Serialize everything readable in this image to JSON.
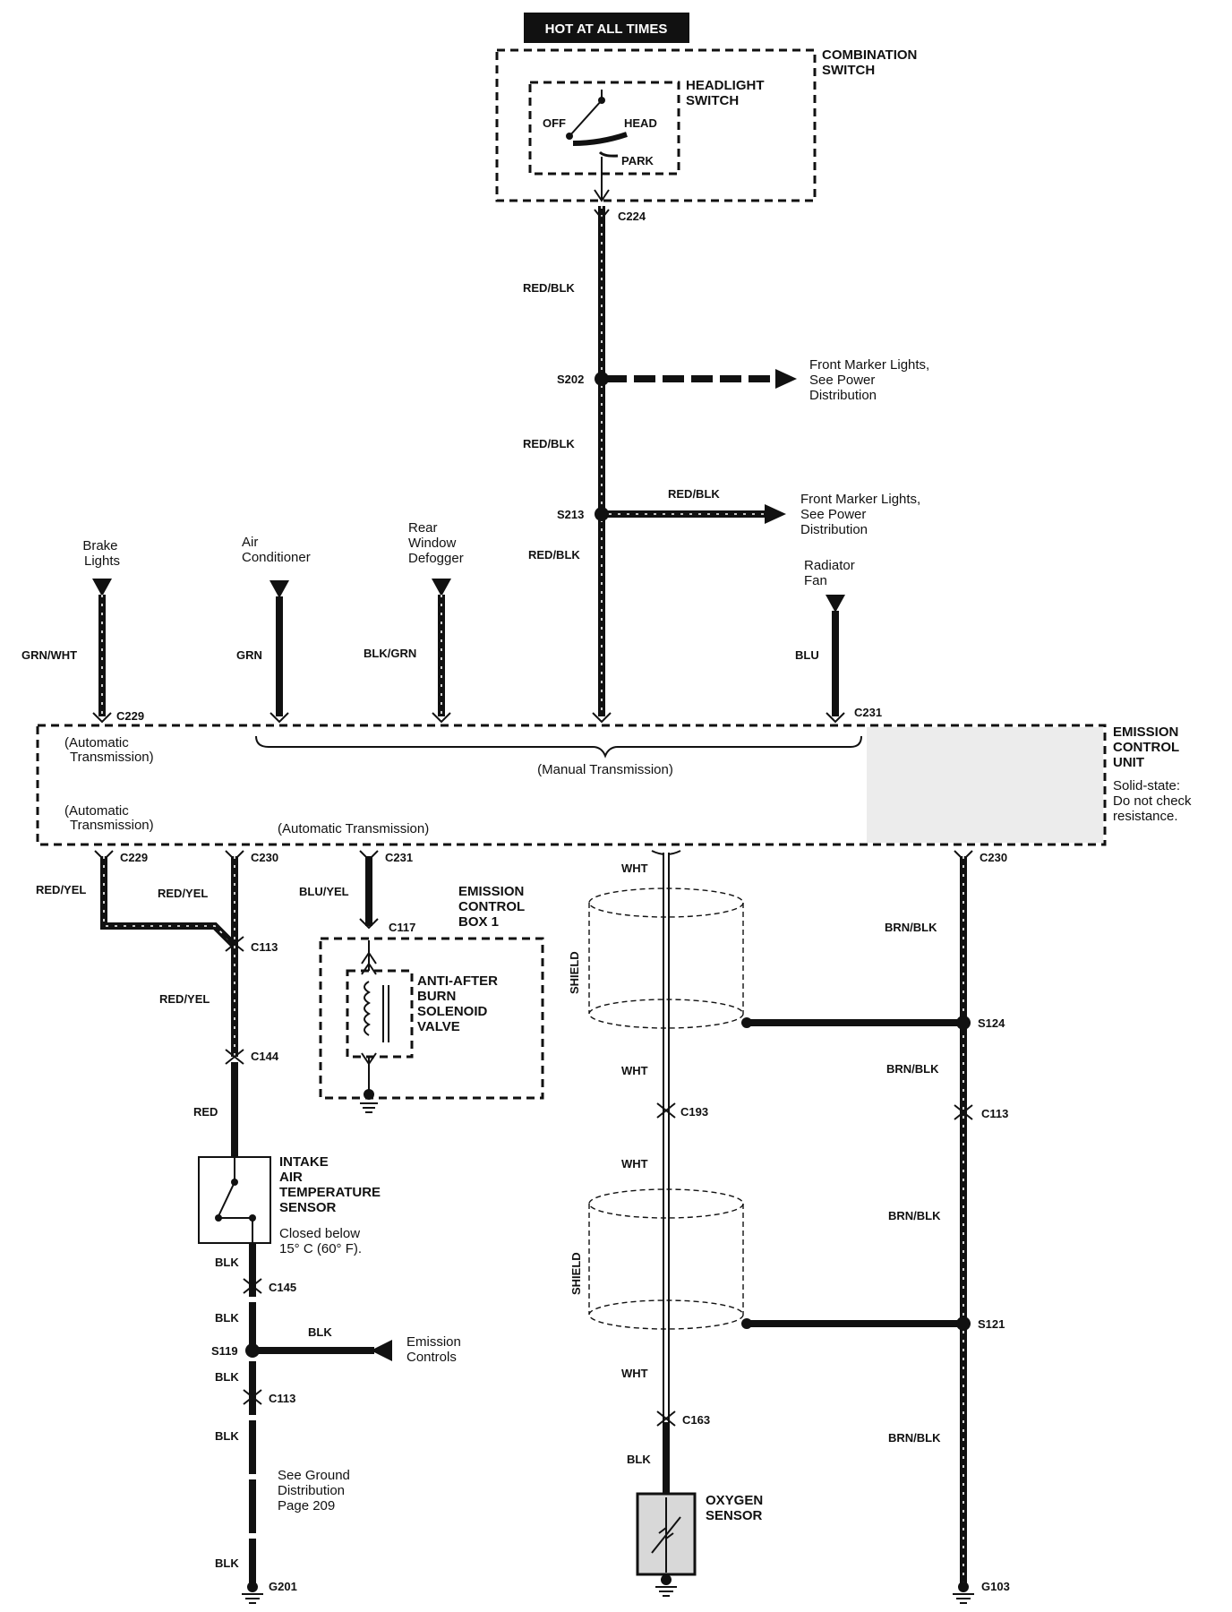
{
  "header": {
    "power_label": "HOT AT ALL TIMES"
  },
  "combination_switch": {
    "title_lines": [
      "COMBINATION",
      "SWITCH"
    ],
    "headlight_switch_lines": [
      "HEADLIGHT",
      "SWITCH"
    ],
    "positions": {
      "off": "OFF",
      "head": "HEAD",
      "park": "PARK"
    }
  },
  "connectors": {
    "c224": "C224",
    "s202": "S202",
    "s213": "S213",
    "c229_top": "C229",
    "c231_top": "C231",
    "c229_bottom": "C229",
    "c230_left": "C230",
    "c231_bottom": "C231",
    "c230_right": "C230",
    "c113_a": "C113",
    "c144": "C144",
    "c117": "C117",
    "c145": "C145",
    "s119": "S119",
    "c113_b": "C113",
    "g201": "G201",
    "s124": "S124",
    "c193": "C193",
    "c113_c": "C113",
    "s121": "S121",
    "c163": "C163",
    "g103": "G103"
  },
  "wires": {
    "red_blk_1": "RED/BLK",
    "red_blk_2": "RED/BLK",
    "red_blk_s213": "RED/BLK",
    "red_blk_3": "RED/BLK",
    "grn_wht": "GRN/WHT",
    "grn": "GRN",
    "blk_grn": "BLK/GRN",
    "blu": "BLU",
    "red_yel_1": "RED/YEL",
    "red_yel_2": "RED/YEL",
    "red_yel_3": "RED/YEL",
    "blu_yel": "BLU/YEL",
    "red": "RED",
    "blk_1": "BLK",
    "blk_2": "BLK",
    "blk_s119": "BLK",
    "blk_3": "BLK",
    "blk_4": "BLK",
    "blk_5": "BLK",
    "wht_1": "WHT",
    "wht_2": "WHT",
    "wht_3": "WHT",
    "wht_4": "WHT",
    "blk_o2": "BLK",
    "brn_blk_1": "BRN/BLK",
    "brn_blk_2": "BRN/BLK",
    "brn_blk_3": "BRN/BLK",
    "brn_blk_4": "BRN/BLK"
  },
  "destinations": {
    "front_marker_1": [
      "Front Marker Lights,",
      "See Power",
      "Distribution"
    ],
    "front_marker_2": [
      "Front Marker Lights,",
      "See Power",
      "Distribution"
    ],
    "brake_lights": [
      "Brake",
      "Lights"
    ],
    "air_conditioner": [
      "Air",
      "Conditioner"
    ],
    "rear_window_defogger": [
      "Rear",
      "Window",
      "Defogger"
    ],
    "radiator_fan": [
      "Radiator",
      "Fan"
    ],
    "emission_controls": [
      "Emission",
      "Controls"
    ],
    "ground_distribution": [
      "See Ground",
      "Distribution",
      "Page 209"
    ]
  },
  "emission_control_unit": {
    "title_lines": [
      "EMISSION",
      "CONTROL",
      "UNIT"
    ],
    "note_lines": [
      "Solid-state:",
      "Do not check",
      "resistance."
    ],
    "auto_trans_1": [
      "(Automatic",
      "Transmission)"
    ],
    "manual_trans": "(Manual Transmission)",
    "auto_trans_2": [
      "(Automatic",
      "Transmission)"
    ],
    "auto_trans_3": "(Automatic Transmission)"
  },
  "emission_control_box": {
    "title_lines": [
      "EMISSION",
      "CONTROL",
      "BOX 1"
    ],
    "valve_lines": [
      "ANTI-AFTER",
      "BURN",
      "SOLENOID",
      "VALVE"
    ]
  },
  "intake_sensor": {
    "title_lines": [
      "INTAKE",
      "AIR",
      "TEMPERATURE",
      "SENSOR"
    ],
    "note_lines": [
      "Closed below",
      "15°  C (60°  F)."
    ]
  },
  "oxygen_sensor": {
    "title_lines": [
      "OXYGEN",
      "SENSOR"
    ]
  },
  "shield_label_1": "SHIELD",
  "shield_label_2": "SHIELD"
}
